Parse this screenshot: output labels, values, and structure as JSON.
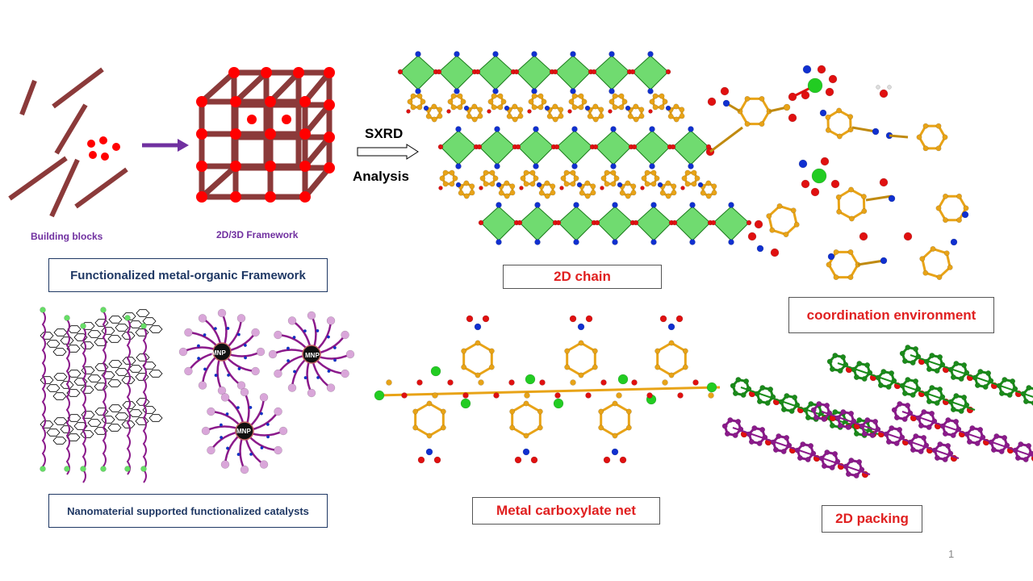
{
  "labels": {
    "building_blocks": "Building blocks",
    "framework_3d": "2D/3D Framework",
    "sxrd": "SXRD",
    "analysis": "Analysis",
    "mnp": "MNP"
  },
  "captions": {
    "functionalized_mof": "Functionalized metal-organic Framework",
    "chain_2d": "2D chain",
    "coordination_env": "coordination  environment",
    "nanomaterial": "Nanomaterial supported functionalized catalysts",
    "carboxylate_net": "Metal carboxylate net",
    "packing_2d": "2D packing"
  },
  "page_number": "1",
  "colors": {
    "rod": "#8b3a3a",
    "node": "#ff0000",
    "arrow": "#7030a0",
    "carbon": "#e8a317",
    "oxygen": "#e01010",
    "nitrogen": "#1030d0",
    "metal": "#22cc22",
    "green_polyhedra": "#33cc33",
    "purple_chain": "#8b1a8b",
    "green_chain": "#1a8b1a"
  },
  "icons": [
    "sxrd-arrow-icon",
    "purple-arrow-icon"
  ]
}
